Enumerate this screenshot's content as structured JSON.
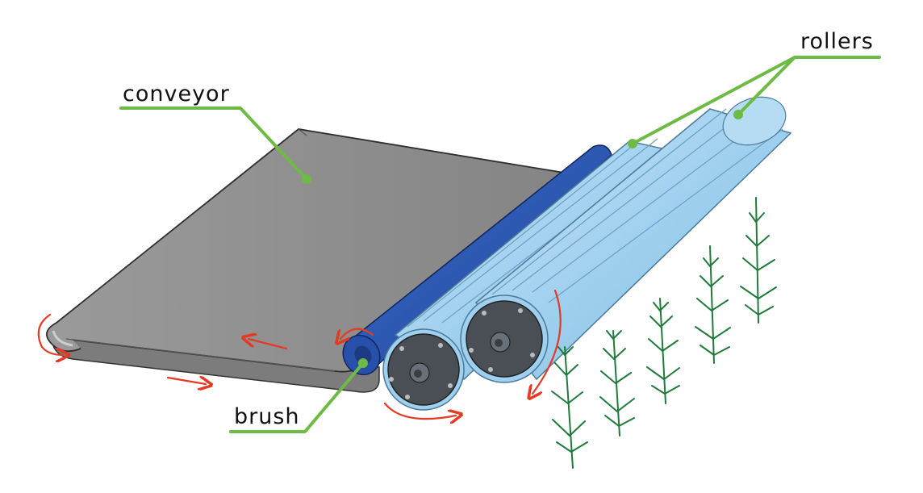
{
  "labels": {
    "conveyor": "conveyor",
    "brush": "brush",
    "rollers": "rollers"
  },
  "colors": {
    "leader": "#6dbb45",
    "conveyor_top": "#8c8c8c",
    "brush": "#2b59b8",
    "roller": "#9fd0ef",
    "hub": "#4a4f55",
    "arrow": "#e43a24",
    "plant": "#1f7a3c"
  }
}
